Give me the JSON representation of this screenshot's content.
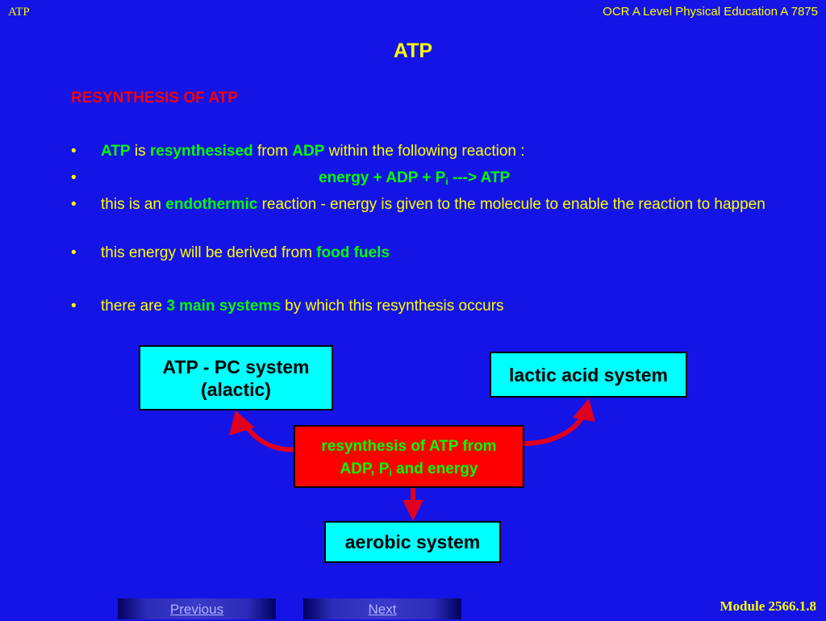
{
  "header": {
    "left": "ATP",
    "right": "OCR A Level Physical Education A 7875"
  },
  "title": "ATP",
  "subtitle": "RESYNTHESIS OF ATP",
  "bullets": {
    "b1": {
      "t1": "ATP",
      "t2": " is ",
      "t3": "resynthesised",
      "t4": " from ",
      "t5": "ADP",
      "t6": " within the following reaction :"
    },
    "b2": {
      "eq1": "energy + ADP + P",
      "eq_sub": "i",
      "eq2": " ---> ATP"
    },
    "b3": {
      "t1": "this is an ",
      "t2": "endothermic",
      "t3": " reaction - energy is given to the molecule to enable the reaction to happen"
    },
    "b4": {
      "t1": "this energy will be derived from ",
      "t2": "food fuels"
    },
    "b5": {
      "t1": "there are ",
      "t2": "3 main systems",
      "t3": " by which this resynthesis occurs"
    }
  },
  "bullet_char": "•",
  "diagram": {
    "atp_pc_line1": "ATP - PC system",
    "atp_pc_line2": "(alactic)",
    "lactic": "lactic acid system",
    "center_line1": "resynthesis of ATP from",
    "center_line2a": "ADP, P",
    "center_line2_sub": "i",
    "center_line2b": " and energy",
    "aerobic": "aerobic system",
    "colors": {
      "box_fill": "#00ffff",
      "center_fill": "#ff0000",
      "arrow": "#e00020"
    }
  },
  "nav": {
    "previous": "Previous",
    "next": "Next"
  },
  "footer": {
    "module": "Module 2566.1.8"
  },
  "colors": {
    "background": "#1414e6",
    "text": "#ffff00",
    "highlight": "#00ff00",
    "subtitle": "#ff0000"
  }
}
